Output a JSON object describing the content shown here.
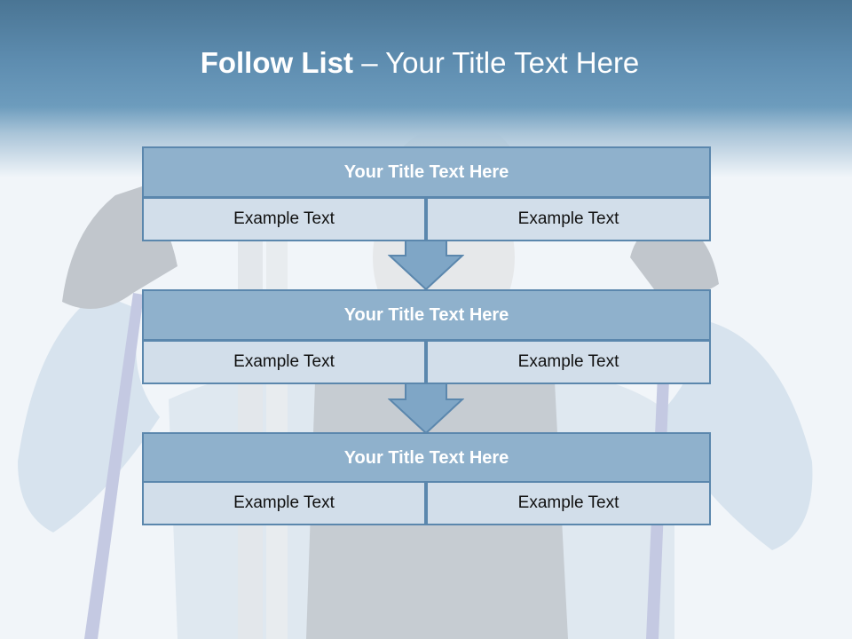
{
  "slide": {
    "title_bold": "Follow List",
    "title_rest": " – Your Title Text Here"
  },
  "blocks": [
    {
      "title": "Your Title Text Here",
      "left_text": "Example Text",
      "right_text": "Example Text"
    },
    {
      "title": "Your Title Text Here",
      "left_text": "Example Text",
      "right_text": "Example Text"
    },
    {
      "title": "Your Title Text Here",
      "left_text": "Example Text",
      "right_text": "Example Text"
    }
  ],
  "colors": {
    "header_band": "#5e8db0",
    "block_title_fill": "#8fb1cc",
    "block_cell_fill": "#d2deea",
    "border": "#5b87ad",
    "arrow_fill": "#7fa6c6"
  }
}
